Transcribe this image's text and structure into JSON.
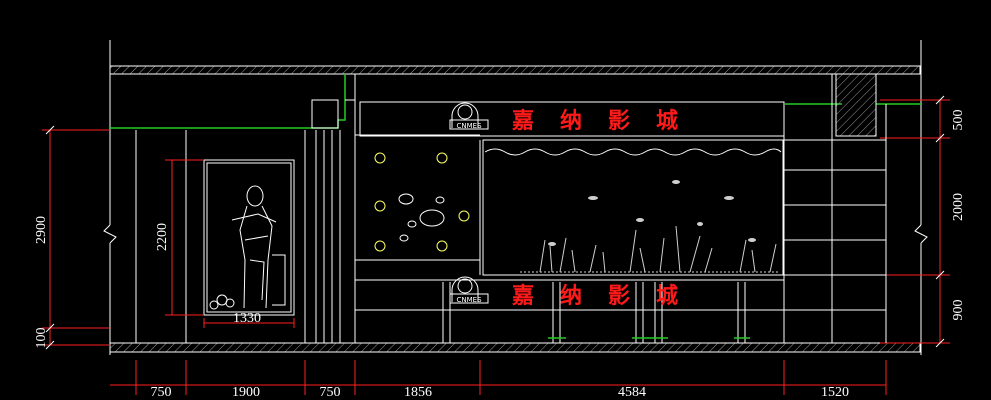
{
  "drawing": {
    "sign_top": "嘉纳影城",
    "sign_bottom": "嘉纳影城",
    "logo_text": "CNMES",
    "logo_text_lower": "CNMES",
    "bottom_dims": [
      "750",
      "1900",
      "750",
      "1856",
      "4584",
      "1520"
    ],
    "left_dims": [
      "2900",
      "100"
    ],
    "right_dims": [
      "500",
      "2000",
      "900"
    ],
    "poster_height": "2200",
    "poster_width": "1330"
  },
  "colors": {
    "line": "#ffffff",
    "red_line": "#ff2020",
    "green_line": "#22cc22",
    "text_red": "#ff1a1a"
  }
}
